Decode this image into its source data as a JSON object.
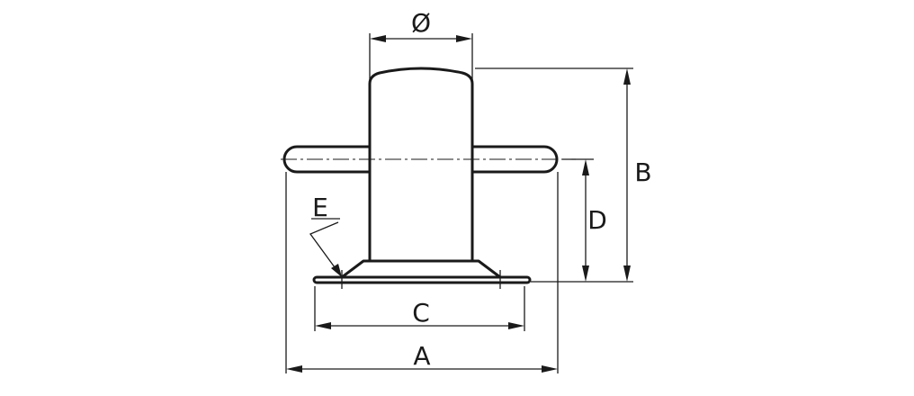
{
  "labels": {
    "diameter": "Ø",
    "a": "A",
    "b": "B",
    "c": "C",
    "d": "D",
    "e": "E"
  },
  "colors": {
    "line": "#1a1a1a",
    "background": "#ffffff"
  }
}
